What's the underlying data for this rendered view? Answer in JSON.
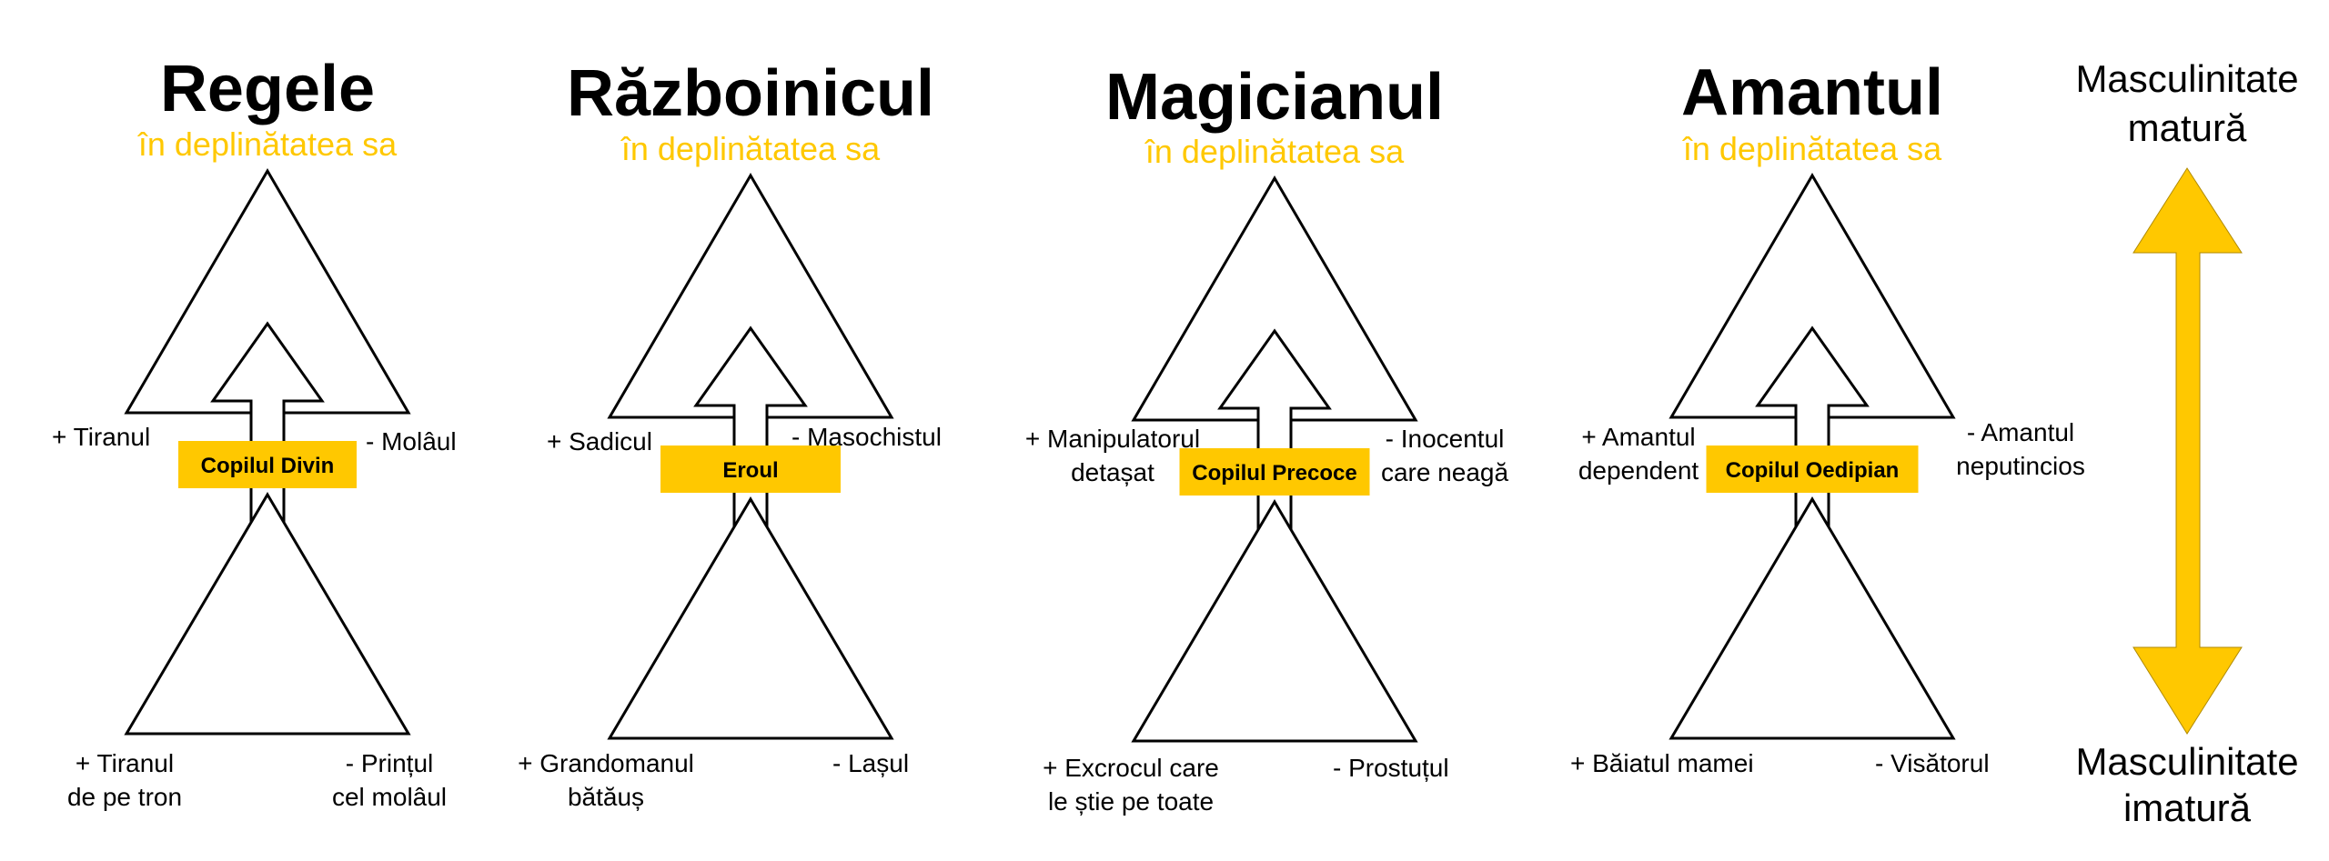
{
  "colors": {
    "accent": "#FFC800",
    "line": "#000000"
  },
  "columns": [
    {
      "title": "Regele",
      "subtitle": "în deplinătatea sa",
      "center": "Copilul Divin",
      "upper_left": [
        "+ Tiranul"
      ],
      "upper_right": [
        "- Molâul"
      ],
      "lower_left": [
        "+ Tiranul",
        "de pe tron"
      ],
      "lower_right": [
        "- Prințul",
        "cel molâul"
      ]
    },
    {
      "title": "Războinicul",
      "subtitle": "în deplinătatea sa",
      "center": "Eroul",
      "upper_left": [
        "+ Sadicul"
      ],
      "upper_right": [
        "- Masochistul"
      ],
      "lower_left": [
        "+ Grandomanul",
        "bătăuș"
      ],
      "lower_right": [
        "- Lașul"
      ]
    },
    {
      "title": "Magicianul",
      "subtitle": "în deplinătatea sa",
      "center": "Copilul Precoce",
      "upper_left": [
        "+ Manipulatorul",
        "detașat"
      ],
      "upper_right": [
        "- Inocentul",
        "care neagă"
      ],
      "lower_left": [
        "+ Excrocul care",
        "le știe pe toate"
      ],
      "lower_right": [
        "- Prostuțul"
      ]
    },
    {
      "title": "Amantul",
      "subtitle": "în deplinătatea sa",
      "center": "Copilul Oedipian",
      "upper_left": [
        "+ Amantul",
        "dependent"
      ],
      "upper_right": [
        "- Amantul",
        "neputincios"
      ],
      "lower_left": [
        "+ Băiatul mamei"
      ],
      "lower_right": [
        "- Visătorul"
      ]
    }
  ],
  "scale": {
    "top": [
      "Masculinitate",
      "matură"
    ],
    "bottom": [
      "Masculinitate",
      "imatură"
    ]
  }
}
